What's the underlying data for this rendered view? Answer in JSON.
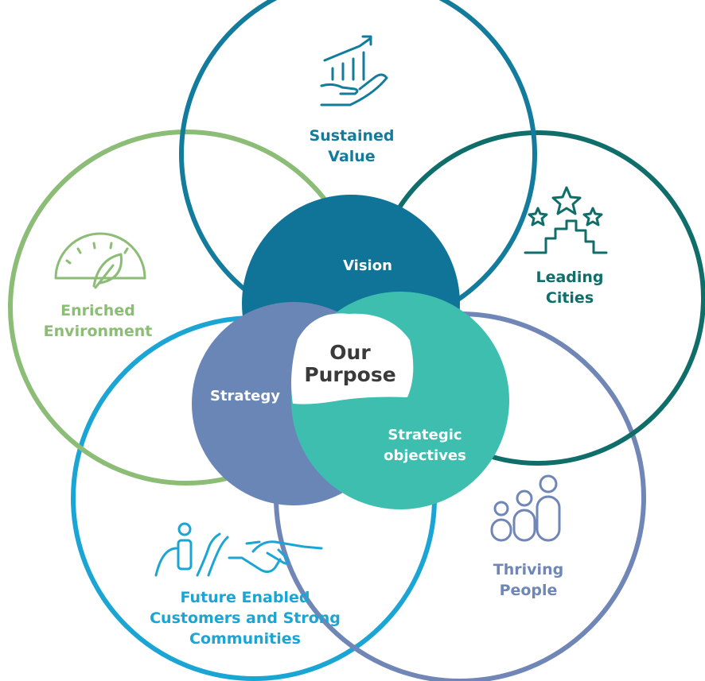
{
  "diagram": {
    "center": {
      "line1": "Our",
      "line2": "Purpose"
    },
    "inner": {
      "vision": "Vision",
      "strategy": "Strategy",
      "objectives": {
        "line1": "Strategic",
        "line2": "objectives"
      }
    },
    "outer": {
      "sustained_value": {
        "line1": "Sustained",
        "line2": "Value"
      },
      "leading_cities": {
        "line1": "Leading",
        "line2": "Cities"
      },
      "thriving_people": {
        "line1": "Thriving",
        "line2": "People"
      },
      "future_enabled": {
        "line1": "Future Enabled",
        "line2": "Customers and Strong",
        "line3": "Communities"
      },
      "enriched_environment": {
        "line1": "Enriched",
        "line2": "Environment"
      }
    }
  },
  "colors": {
    "sustained_value": "#137b9b",
    "leading_cities": "#0f6e6a",
    "thriving_people": "#6f86b7",
    "future_enabled": "#1aa5d5",
    "enriched_environment": "#8bbd76",
    "vision": "#0f7497",
    "strategy": "#6a86b6",
    "objectives": "#3dbeaf",
    "center_text": "#3a3a3a"
  },
  "icons": {
    "sustained_value": "hand-growth-chart-icon",
    "leading_cities": "stars-over-buildings-icon",
    "thriving_people": "people-group-icon",
    "future_enabled": "person-path-handshake-icon",
    "enriched_environment": "gauge-leaf-icon"
  }
}
